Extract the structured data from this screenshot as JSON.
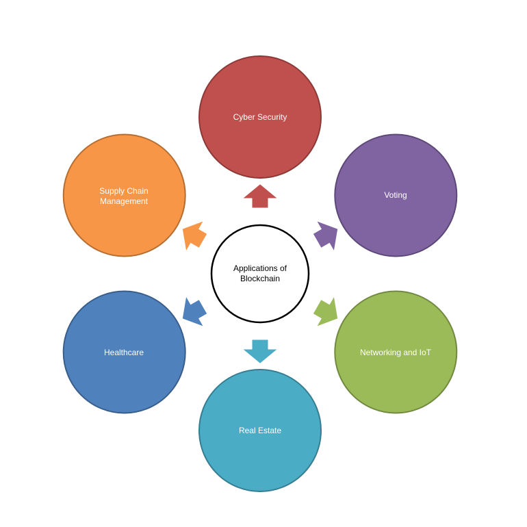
{
  "center": {
    "label": "Applications of\nBlockchain",
    "fill": "#ffffff",
    "stroke": "#000000"
  },
  "nodes": [
    {
      "id": "cyber-security",
      "label": "Cyber Security",
      "fill": "#c0504d",
      "stroke": "#8c3836"
    },
    {
      "id": "voting",
      "label": "Voting",
      "fill": "#8064a2",
      "stroke": "#5c4776"
    },
    {
      "id": "networking-and-iot",
      "label": "Networking and IoT",
      "fill": "#9bbb59",
      "stroke": "#71893f"
    },
    {
      "id": "real-estate",
      "label": "Real Estate",
      "fill": "#4bacc6",
      "stroke": "#357d91"
    },
    {
      "id": "healthcare",
      "label": "Healthcare",
      "fill": "#4f81bd",
      "stroke": "#385d8a"
    },
    {
      "id": "supply-chain-management",
      "label": "Supply Chain\nManagement",
      "fill": "#f79646",
      "stroke": "#b66d31"
    }
  ]
}
